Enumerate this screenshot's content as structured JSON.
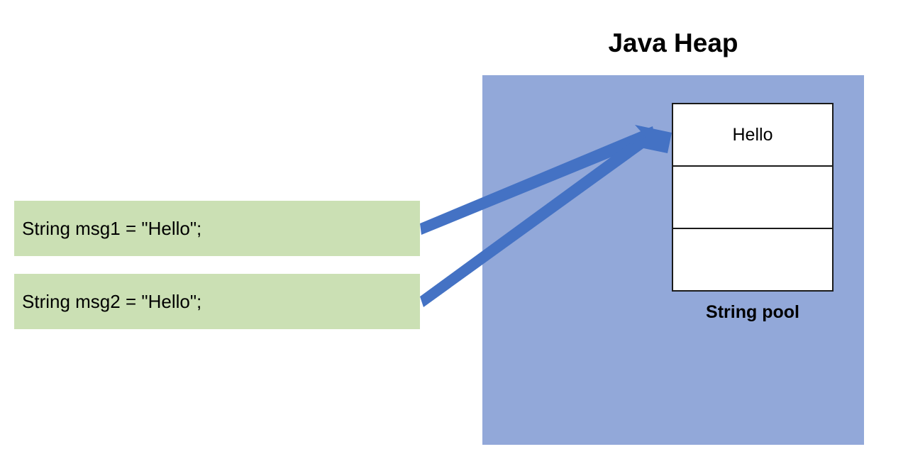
{
  "diagram": {
    "title": "Java Heap",
    "heap": {
      "label": "Java Heap",
      "fill_color": "#92A8D9"
    },
    "string_pool": {
      "caption": "String pool",
      "rows": [
        {
          "value": "Hello"
        },
        {
          "value": ""
        },
        {
          "value": ""
        }
      ],
      "border_color": "#1a1a1a",
      "fill_color": "#ffffff"
    },
    "code_statements": [
      {
        "text": "String msg1 = \"Hello\";"
      },
      {
        "text": "String msg2 = \"Hello\";"
      }
    ],
    "code_box_color": "#CBE0B4",
    "arrows": [
      {
        "name": "msg1-to-pool",
        "from": "String msg1 = \"Hello\";",
        "to": "Hello"
      },
      {
        "name": "msg2-to-pool",
        "from": "String msg2 = \"Hello\";",
        "to": "Hello"
      }
    ],
    "arrow_color": "#4472C4"
  }
}
